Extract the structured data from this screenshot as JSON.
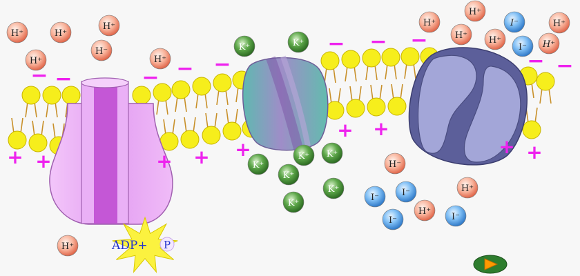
{
  "labels": {
    "h_ion": "H⁺",
    "h_ion_alt": "H⁻",
    "k_ion": "K⁺",
    "i_ion": "I⁻",
    "adp": "ADP+",
    "phosphate": "P",
    "minus_sign": "−",
    "plus_sign": "+"
  },
  "colors": {
    "background": "#f7f7f7",
    "phospholipid_head": "#f6ee1c",
    "lipid_tail": "#c8902a",
    "charge_minus": "#ee22ee",
    "charge_plus": "#ee22ee",
    "h_ion_fill": "#f5a58e",
    "k_ion_fill": "#4f9a3e",
    "i_ion_fill": "#6fb2ef",
    "atp_pump": "#e6a5f2",
    "k_channel": "#6ebcb4",
    "i_channel": "#8f8fc4",
    "star": "#fbf23f",
    "play_button": "#2e7d2e",
    "play_arrow": "#ff9900"
  },
  "icons": {
    "play": "play-triangle-icon",
    "star": "energy-burst-icon"
  }
}
